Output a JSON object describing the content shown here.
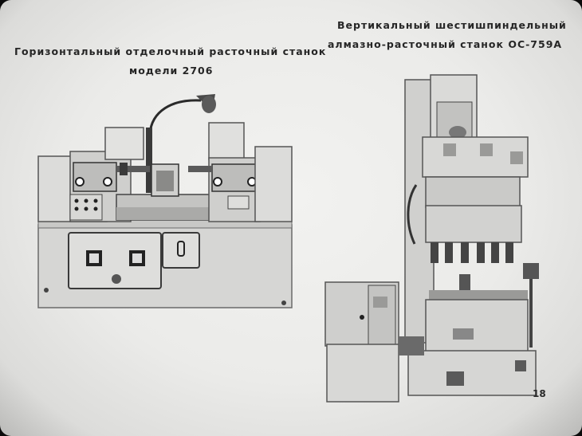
{
  "slide": {
    "left_caption": {
      "line1": "Горизонтальный отделочный расточный станок",
      "line2": "модели 2706"
    },
    "right_caption": {
      "line1": "Вертикальный шестишпиндельный",
      "line2": "алмазно-расточный станок ОС-759А"
    },
    "page_number": "18"
  },
  "colors": {
    "background": "#ebebe9",
    "machine_body": "#d4d4d2",
    "machine_shadow": "#4a4a4a",
    "text": "#262626"
  }
}
